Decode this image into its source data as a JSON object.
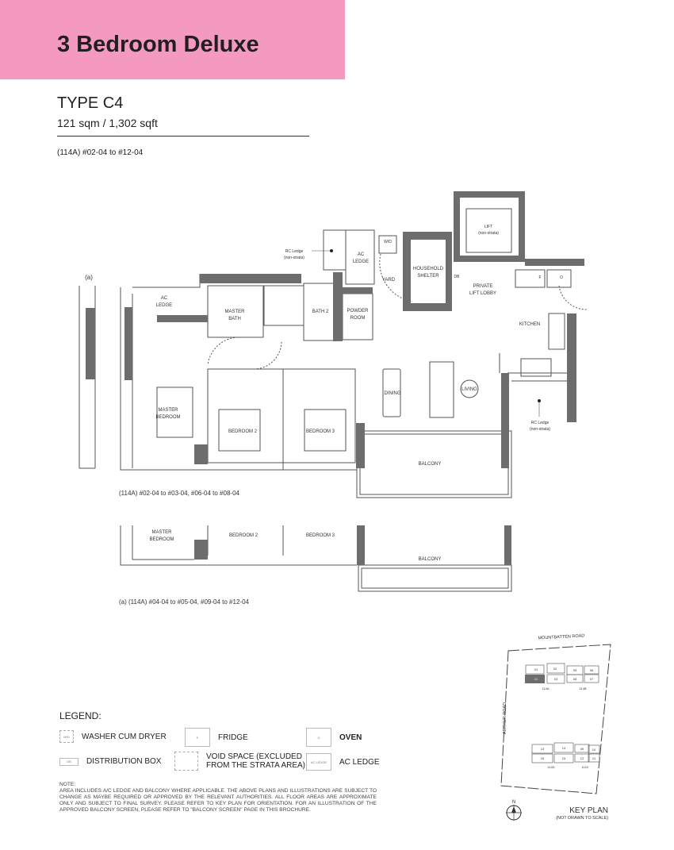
{
  "header": {
    "title": "3 Bedroom Deluxe",
    "color": "#f49ac1"
  },
  "unit": {
    "type": "TYPE C4",
    "area": "121 sqm / 1,302 sqft",
    "applies_to": "(114A) #02-04 to #12-04"
  },
  "plan": {
    "labels": {
      "a_marker": "(a)",
      "ac_ledge_1": "AC",
      "ac_ledge_2": "LEDGE",
      "master_bath_1": "MASTER",
      "master_bath_2": "BATH",
      "bath2": "BATH 2",
      "powder_1": "POWDER",
      "powder_2": "ROOM",
      "yard": "YARD",
      "shelter_1": "HOUSEHOLD",
      "shelter_2": "SHELTER",
      "db": "DB",
      "lobby_1": "PRIVATE",
      "lobby_2": "LIFT LOBBY",
      "lift_1": "LIFT",
      "lift_2": "(non-strata)",
      "wd": "W/D",
      "ac2_1": "AC",
      "ac2_2": "LEDGE",
      "rc_1": "RC Ledge",
      "rc_2": "(non-strata)",
      "fridge": "F",
      "oven": "O",
      "kitchen": "KITCHEN",
      "dining": "DINING",
      "living": "LIVING",
      "master_bed_1": "MASTER",
      "master_bed_2": "BEDROOM",
      "bedroom2": "BEDROOM 2",
      "bedroom3": "BEDROOM 3",
      "balcony": "BALCONY",
      "rc2_1": "RC Ledge",
      "rc2_2": "(non-strata)"
    },
    "caption_main": "(114A) #02-04 to #03-04, #06-04 to #08-04",
    "alt": {
      "master_bed_1": "MASTER",
      "master_bed_2": "BEDROOM",
      "bedroom2": "BEDROOM 2",
      "bedroom3": "BEDROOM 3",
      "balcony": "BALCONY",
      "caption": "(a) (114A) #04-04 to #05-04, #09-04 to #12-04"
    },
    "wall_color": "#6d6d6d"
  },
  "legend": {
    "title": "LEGEND:",
    "items": [
      {
        "symbol": "W/D",
        "label": "WASHER CUM DRYER"
      },
      {
        "symbol": "F",
        "label": "FRIDGE"
      },
      {
        "symbol": "O",
        "label": "OVEN"
      },
      {
        "symbol": "DB",
        "label": "DISTRIBUTION BOX"
      },
      {
        "symbol": "",
        "label": "VOID SPACE (EXCLUDED FROM THE STRATA AREA)"
      },
      {
        "symbol": "AC LEDGE",
        "label": "AC LEDGE"
      }
    ],
    "note_title": "NOTE:",
    "note": "AREA INCLUDES A/C LEDGE AND BALCONY WHERE APPLICABLE. THE ABOVE PLANS AND ILLUSTRATIONS ARE SUBJECT TO CHANGE AS MAYBE REQUIRED OR APPROVED BY THE RELEVANT AUTHORITIES. ALL FLOOR AREAS ARE APPROXIMATE ONLY AND SUBJECT TO FINAL SURVEY. PLEASE REFER TO KEY PLAN FOR ORIENTATION. FOR AN ILLUSTRATION OF THE APPROVED BALCONY SCREEN, PLEASE REFER TO \"BALCONY SCREEN\" PAGE IN THIS BROCHURE."
  },
  "key_plan": {
    "title": "KEY PLAN",
    "subtitle": "(NOT DRAWN TO SCALE)",
    "road_top": "MOUNTBATTEN ROAD",
    "road_left": "ARTHUR ROAD",
    "north": "N",
    "blocks": {
      "b114a": {
        "name": "114A",
        "units": [
          "01",
          "02",
          "04",
          "03"
        ],
        "highlighted": "04"
      },
      "b114b": {
        "name": "114B",
        "units": [
          "05",
          "06",
          "08",
          "07"
        ]
      },
      "b114d": {
        "name": "114D",
        "units": [
          "13",
          "14",
          "16",
          "15"
        ]
      },
      "b114c": {
        "name": "114C",
        "units": [
          "09",
          "10",
          "12",
          "11"
        ]
      }
    }
  }
}
